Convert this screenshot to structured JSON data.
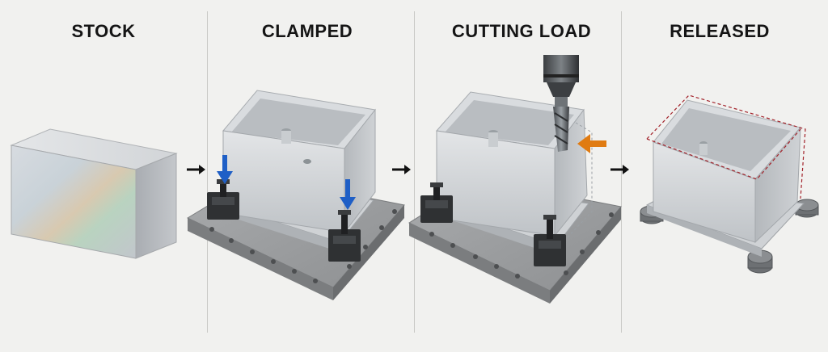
{
  "stages": [
    {
      "title": "STOCK"
    },
    {
      "title": "CLAMPED"
    },
    {
      "title": "CUTTING LOAD"
    },
    {
      "title": "RELEASED"
    }
  ],
  "colors": {
    "background": "#f1f1ef",
    "clamp_force_arrow": "#1f5fc6",
    "cutting_force_arrow": "#e07b12",
    "distortion_outline": "#a3232b",
    "transition_arrow": "#111111"
  },
  "icons": [
    "stock-block",
    "clamped-part",
    "end-mill",
    "released-part",
    "transition-arrow"
  ]
}
